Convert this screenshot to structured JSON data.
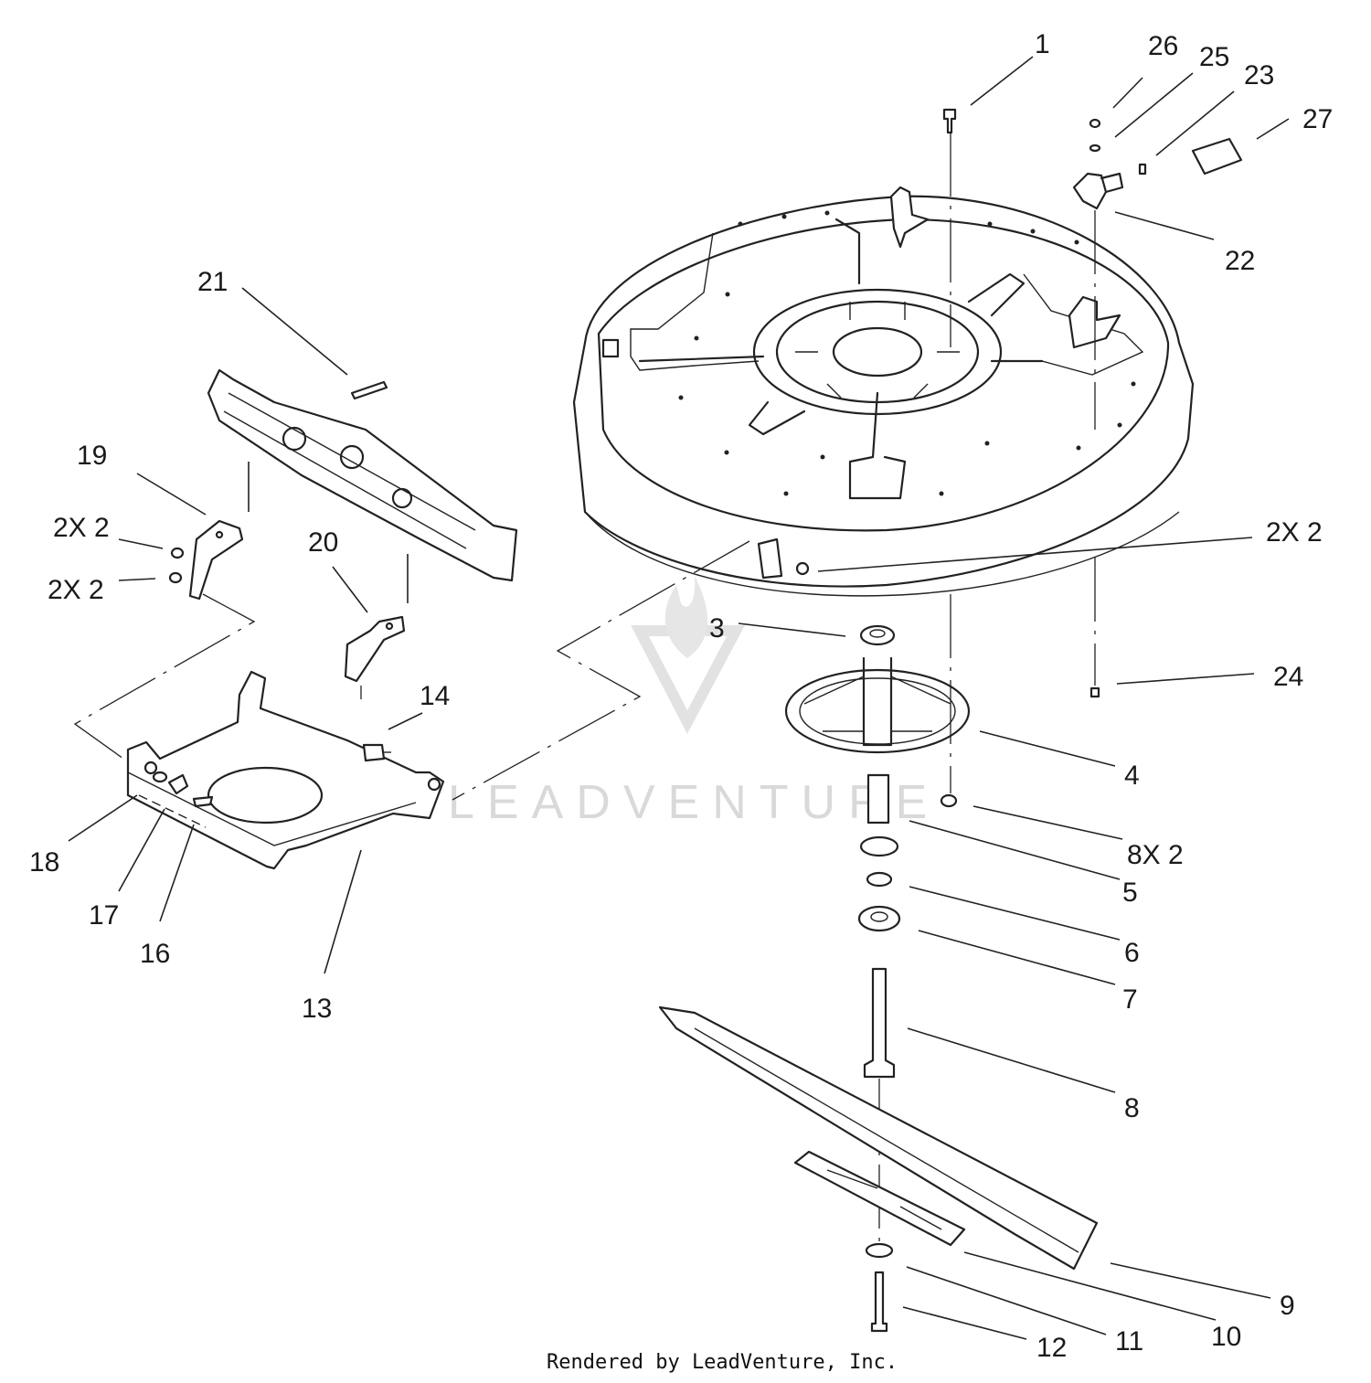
{
  "callouts": [
    {
      "id": "1",
      "text": "1"
    },
    {
      "id": "26",
      "text": "26"
    },
    {
      "id": "25",
      "text": "25"
    },
    {
      "id": "23",
      "text": "23"
    },
    {
      "id": "27",
      "text": "27"
    },
    {
      "id": "22",
      "text": "22"
    },
    {
      "id": "21",
      "text": "21"
    },
    {
      "id": "19",
      "text": "19"
    },
    {
      "id": "2x2-a",
      "text": "2X 2"
    },
    {
      "id": "2x2-b",
      "text": "2X 2"
    },
    {
      "id": "20",
      "text": "20"
    },
    {
      "id": "2x2-c",
      "text": "2X 2"
    },
    {
      "id": "3",
      "text": "3"
    },
    {
      "id": "24",
      "text": "24"
    },
    {
      "id": "14",
      "text": "14"
    },
    {
      "id": "4",
      "text": "4"
    },
    {
      "id": "8x2",
      "text": "8X 2"
    },
    {
      "id": "5",
      "text": "5"
    },
    {
      "id": "6",
      "text": "6"
    },
    {
      "id": "7",
      "text": "7"
    },
    {
      "id": "8",
      "text": "8"
    },
    {
      "id": "18",
      "text": "18"
    },
    {
      "id": "17",
      "text": "17"
    },
    {
      "id": "16",
      "text": "16"
    },
    {
      "id": "13",
      "text": "13"
    },
    {
      "id": "9",
      "text": "9"
    },
    {
      "id": "10",
      "text": "10"
    },
    {
      "id": "11",
      "text": "11"
    },
    {
      "id": "12",
      "text": "12"
    }
  ],
  "watermark": "LEADVENTURE",
  "footer": "Rendered by LeadVenture, Inc."
}
